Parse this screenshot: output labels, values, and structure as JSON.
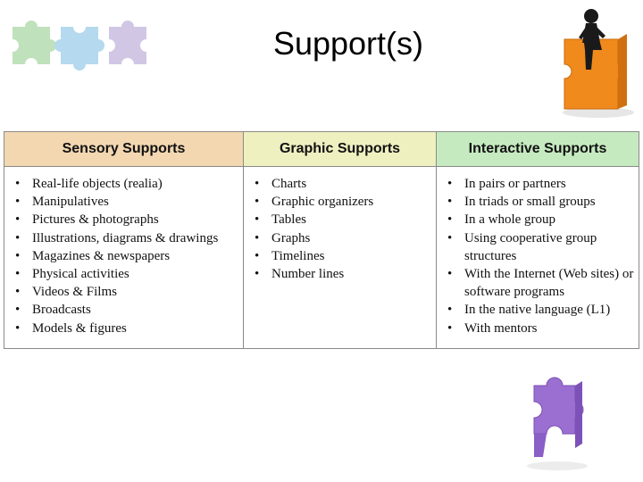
{
  "slide": {
    "title": "Support(s)"
  },
  "table": {
    "columns": [
      {
        "header": "Sensory Supports",
        "items": [
          "Real-life objects (realia)",
          "Manipulatives",
          "Pictures & photographs",
          "Illustrations, diagrams & drawings",
          "Magazines & newspapers",
          "Physical activities",
          "Videos & Films",
          "Broadcasts",
          "Models & figures"
        ]
      },
      {
        "header": "Graphic Supports",
        "items": [
          "Charts",
          "Graphic organizers",
          "Tables",
          "Graphs",
          "Timelines",
          "Number lines"
        ]
      },
      {
        "header": "Interactive Supports",
        "items": [
          "In pairs or partners",
          "In triads or small groups",
          "In a whole group",
          "Using cooperative group structures",
          "With the Internet (Web sites) or software programs",
          "In the native language (L1)",
          "With mentors"
        ]
      }
    ]
  },
  "colors": {
    "sensory_header": "#f2d7b0",
    "graphic_header": "#eef0c0",
    "interactive_header": "#c6eac0",
    "puzzle_green": "#b5dcb0",
    "puzzle_blue": "#a9d3ec",
    "puzzle_lavender": "#c9bde0",
    "puzzle_orange": "#f08a1c",
    "puzzle_purple": "#9b6fd1"
  },
  "icons": [
    "puzzle-strip-icon",
    "person-on-puzzle-icon",
    "purple-puzzle-icon"
  ]
}
